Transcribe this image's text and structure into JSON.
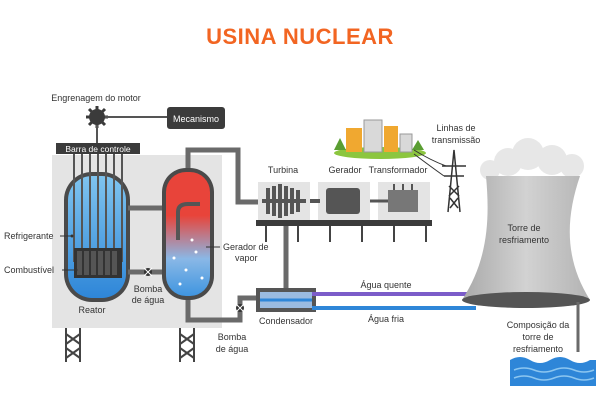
{
  "title": "USINA NUCLEAR",
  "labels": {
    "engrenagem": "Engrenagem do motor",
    "mecanismo": "Mecanismo",
    "barra": "Barra de controle",
    "refrigerante": "Refrigerante",
    "combustivel": "Combustível",
    "reator": "Reator",
    "bomba_agua_1": [
      "Bomba",
      "de água"
    ],
    "gerador_vapor": [
      "Gerador de",
      "vapor"
    ],
    "bomba_agua_2": [
      "Bomba",
      "de água"
    ],
    "turbina": "Turbina",
    "gerador": "Gerador",
    "transformador": "Transformador",
    "linhas": [
      "Linhas de",
      "transmissão"
    ],
    "torre": [
      "Torre de",
      "resfriamento"
    ],
    "agua_quente": "Água quente",
    "agua_fria": "Água fria",
    "condensador": "Condensador",
    "composicao": [
      "Composição da",
      "torre de",
      "resfriamento"
    ]
  },
  "colors": {
    "title": "#f26522",
    "building": "#e4e4e4",
    "pipe": "#6a6a6a",
    "water_blue": "#2e86d8",
    "hot_red": "#e8443a",
    "tower": "#bdbdbd",
    "dark_box": "#3b3b3b"
  }
}
